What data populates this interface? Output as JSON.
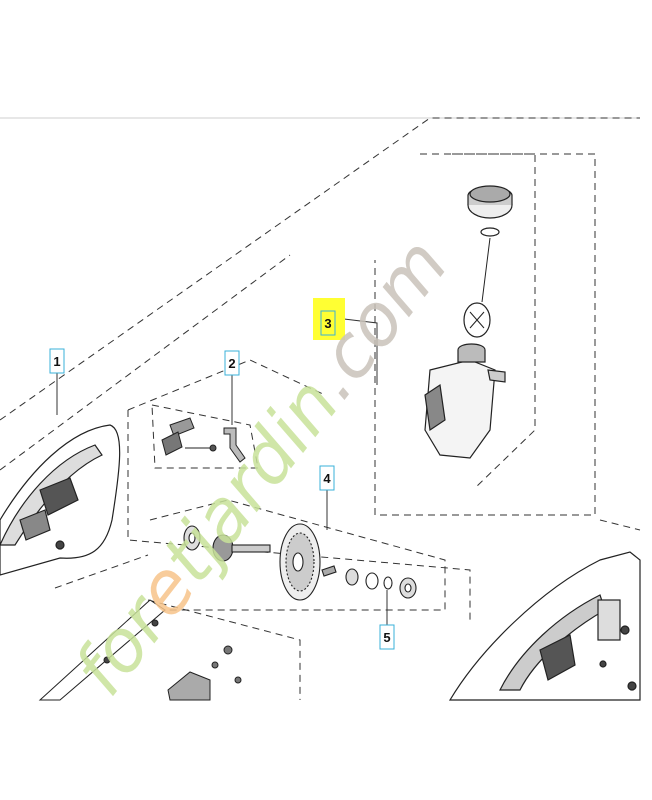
{
  "diagram": {
    "callouts": [
      {
        "id": "1",
        "label": "1",
        "highlighted": false
      },
      {
        "id": "2",
        "label": "2",
        "highlighted": false
      },
      {
        "id": "3",
        "label": "3",
        "highlighted": true
      },
      {
        "id": "4",
        "label": "4",
        "highlighted": false
      },
      {
        "id": "5",
        "label": "5",
        "highlighted": false
      }
    ],
    "highlight_color": "#ffff33",
    "callout_border_color": "#3ab0d9"
  },
  "watermark": {
    "text_main": "foretjardin",
    "text_suffix": ".com",
    "color_green": "#c8e29a",
    "color_orange": "#f7c48a",
    "color_gray": "#c9c3ba"
  }
}
